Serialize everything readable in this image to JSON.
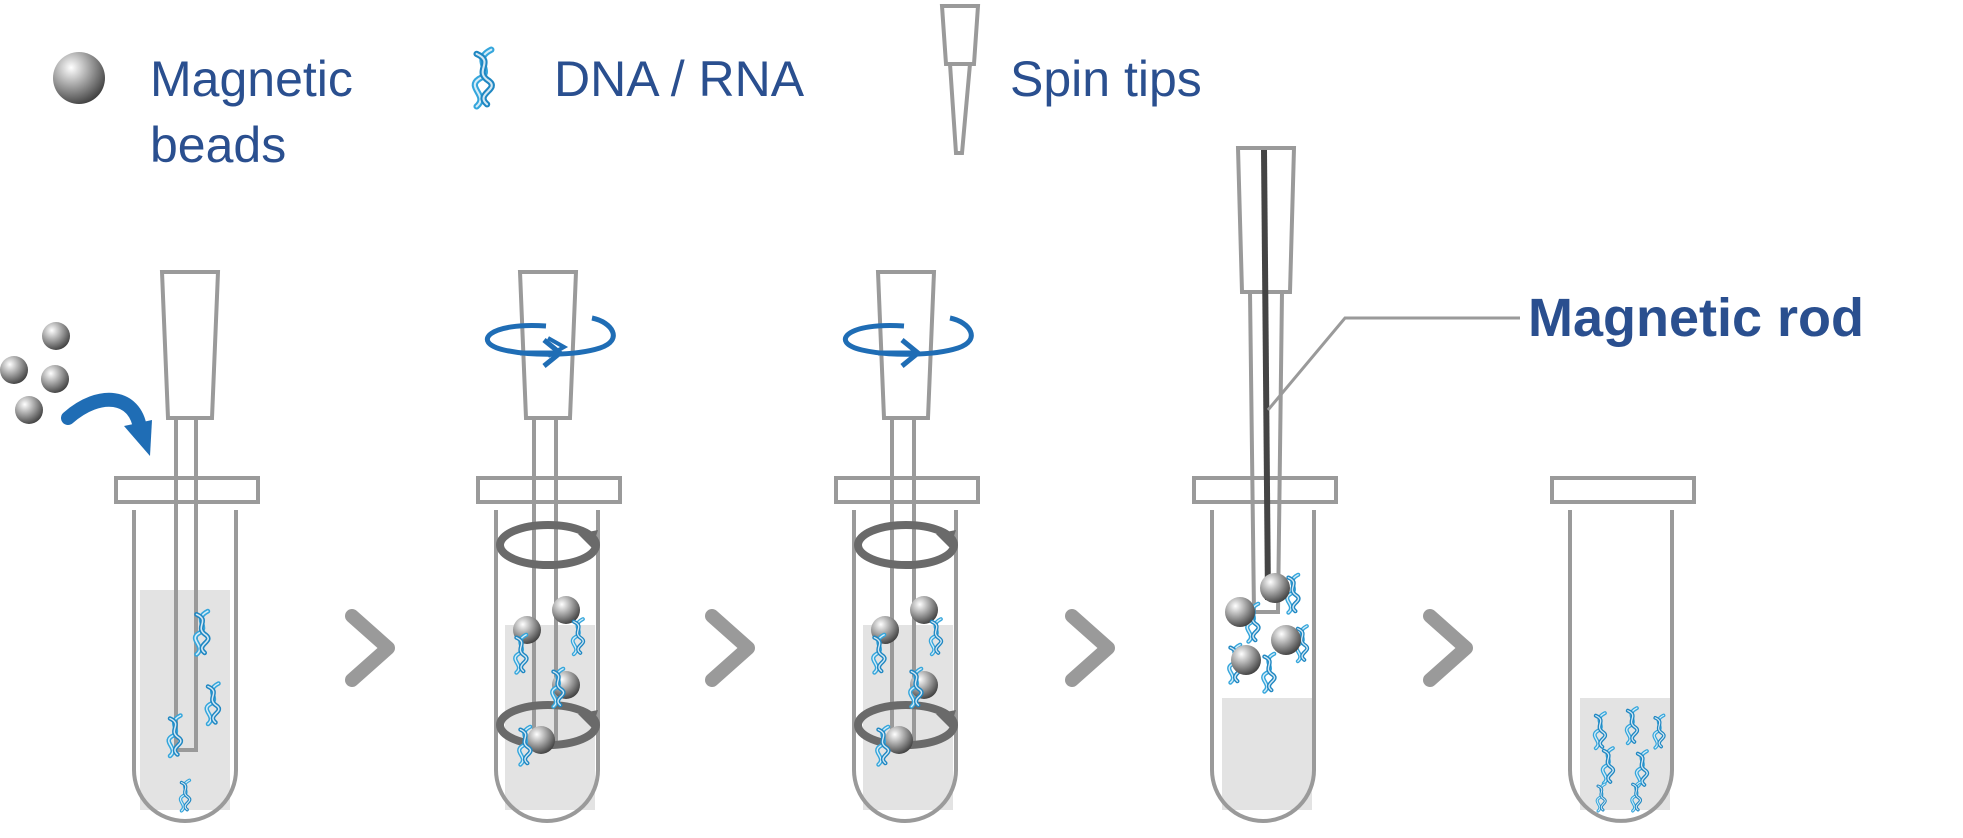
{
  "legend": {
    "beads_label_line1": "Magnetic",
    "beads_label_line2": "beads",
    "dna_label": "DNA / RNA",
    "spin_label": "Spin tips"
  },
  "annotation": {
    "rod_label": "Magnetic rod"
  },
  "colors": {
    "label_blue": "#2a4f8f",
    "arrow_blue": "#1f6db5",
    "dna_blue": "#35a6dc",
    "tube_outline": "#9a9a9a",
    "liquid_gray": "#e3e3e3",
    "chevron_gray": "#9a9a9a",
    "rod_dark": "#444444"
  },
  "icons": [
    "bead-icon",
    "dna-icon",
    "spin-tip-icon",
    "chevron-right-icon",
    "rotation-arrow-icon",
    "magnetic-rod-icon"
  ]
}
